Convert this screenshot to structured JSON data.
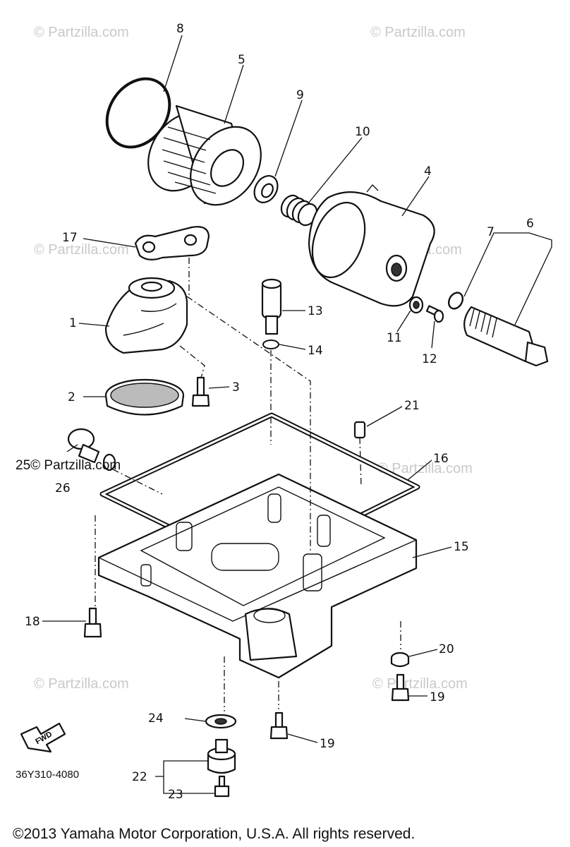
{
  "diagram_code": "36Y310-4080",
  "copyright": "©2013  Yamaha Motor Corporation, U.S.A. All rights reserved.",
  "fwd_label": "FWD",
  "watermark": "© Partzilla.com",
  "watermark_inline": "25© Partzilla.com",
  "callouts": [
    {
      "id": "c8",
      "label": "8"
    },
    {
      "id": "c5",
      "label": "5"
    },
    {
      "id": "c9",
      "label": "9"
    },
    {
      "id": "c10",
      "label": "10"
    },
    {
      "id": "c4",
      "label": "4"
    },
    {
      "id": "c6",
      "label": "6"
    },
    {
      "id": "c7",
      "label": "7"
    },
    {
      "id": "c17",
      "label": "17"
    },
    {
      "id": "c1",
      "label": "1"
    },
    {
      "id": "c13",
      "label": "13"
    },
    {
      "id": "c14",
      "label": "14"
    },
    {
      "id": "c11",
      "label": "11"
    },
    {
      "id": "c12",
      "label": "12"
    },
    {
      "id": "c2",
      "label": "2"
    },
    {
      "id": "c3",
      "label": "3"
    },
    {
      "id": "c21",
      "label": "21"
    },
    {
      "id": "c16",
      "label": "16"
    },
    {
      "id": "c26",
      "label": "26"
    },
    {
      "id": "c15",
      "label": "15"
    },
    {
      "id": "c18",
      "label": "18"
    },
    {
      "id": "c20",
      "label": "20"
    },
    {
      "id": "c19a",
      "label": "19"
    },
    {
      "id": "c19b",
      "label": "19"
    },
    {
      "id": "c24",
      "label": "24"
    },
    {
      "id": "c22",
      "label": "22"
    },
    {
      "id": "c23",
      "label": "23"
    }
  ]
}
